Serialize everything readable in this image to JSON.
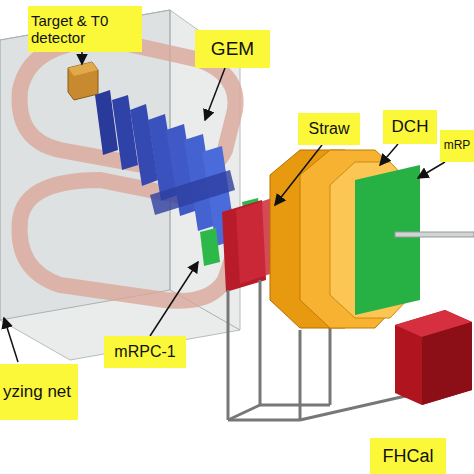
{
  "diagram": {
    "nodes": [
      {
        "text": [
          "Target & T0 detector"
        ]
      },
      {
        "text": [
          "GEM"
        ]
      },
      {
        "text": [
          "Straw"
        ]
      },
      {
        "text": [
          "DCH"
        ]
      },
      {
        "text": [
          "mRP"
        ]
      },
      {
        "text": [
          "yzing net"
        ]
      },
      {
        "text": [
          "mRPC-1"
        ]
      },
      {
        "text": [
          "FHCal"
        ]
      }
    ]
  }
}
